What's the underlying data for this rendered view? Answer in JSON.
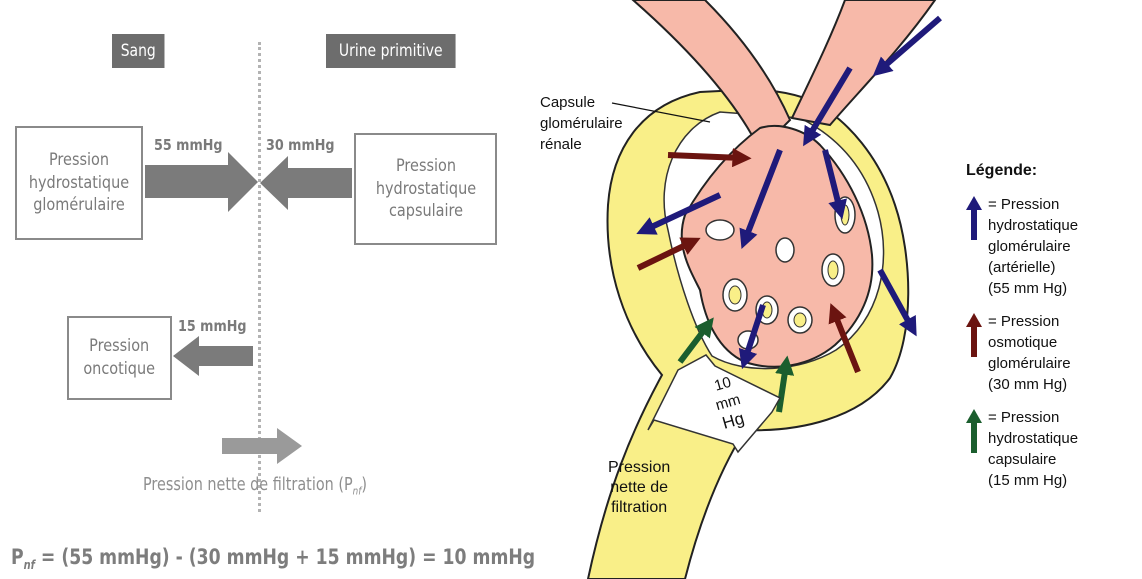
{
  "left_diagram": {
    "headers": {
      "blood": "Sang",
      "primitive_urine": "Urine primitive"
    },
    "glomerular_pressure": {
      "label": "Pression\nhydrostatique\nglomérulaire",
      "value": "55 mmHg"
    },
    "capsular_pressure": {
      "label": "Pression\nhydrostatique\ncapsulaire",
      "value": "30 mmHg"
    },
    "oncotic_pressure": {
      "label": "Pression\noncotique",
      "value": "15 mmHg"
    },
    "net_filtration": {
      "label": "Pression nette de filtration (P",
      "subscript": "nf",
      "suffix": ")"
    },
    "formula": {
      "p": "P",
      "subscript": "nf",
      "expression": " = (55 mmHg) - (30 mmHg + 15 mmHg) = 10 mmHg"
    }
  },
  "right_diagram": {
    "capsule_label": "Capsule\nglomérulaire\nrénale",
    "net_arrow_value": {
      "line1": "10",
      "line2": "mm",
      "line3": "Hg"
    },
    "net_label": "Pression\nnette de\nfiltration",
    "legend": {
      "title": "Légende:",
      "items": [
        {
          "text": "= Pression\nhydrostatique\nglomérulaire\n(artérielle)\n(55 mm Hg)",
          "color": "#1f1a7a"
        },
        {
          "text": "= Pression\nosmotique\nglomérulaire\n(30 mm Hg)",
          "color": "#6b1410"
        },
        {
          "text": "= Pression\nhydrostatique\ncapsulaire\n(15 mm Hg)",
          "color": "#1b5e2e"
        }
      ]
    }
  }
}
